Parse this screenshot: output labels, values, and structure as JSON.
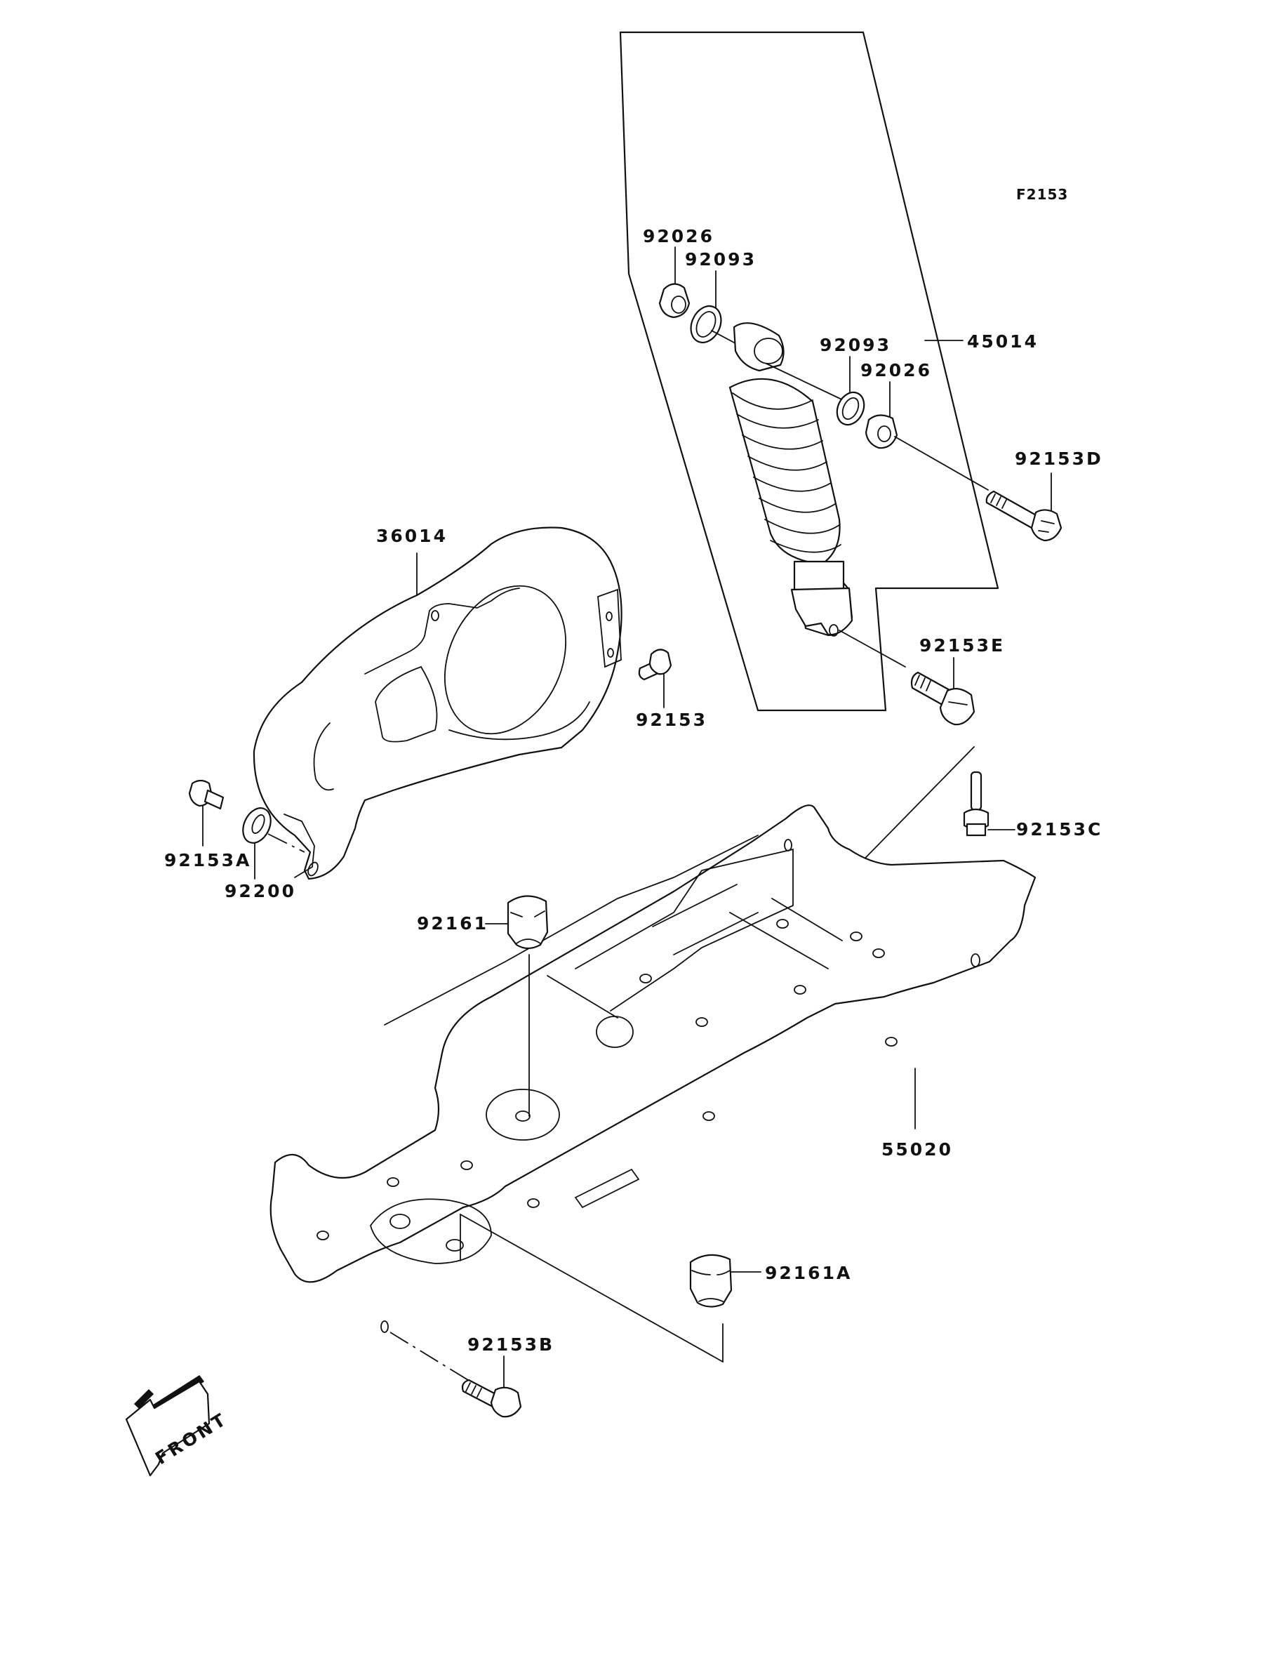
{
  "diagram": {
    "reference_code": "F2153",
    "front_indicator": "FRONT",
    "parts": [
      {
        "key": "shock_absorber",
        "number": "45014"
      },
      {
        "key": "shock_top_collar_left",
        "number": "92026"
      },
      {
        "key": "shock_top_seal_left",
        "number": "92093"
      },
      {
        "key": "shock_top_seal_right",
        "number": "92093"
      },
      {
        "key": "shock_top_collar_right",
        "number": "92026"
      },
      {
        "key": "shock_upper_bolt",
        "number": "92153D"
      },
      {
        "key": "shock_lower_bolt",
        "number": "92153E"
      },
      {
        "key": "belt_cover",
        "number": "36014"
      },
      {
        "key": "cover_bolt",
        "number": "92153"
      },
      {
        "key": "cover_bolt_a",
        "number": "92153A"
      },
      {
        "key": "washer",
        "number": "92200"
      },
      {
        "key": "frame_bolt_c",
        "number": "92153C"
      },
      {
        "key": "damper_rubber",
        "number": "92161"
      },
      {
        "key": "frame_guard",
        "number": "55020"
      },
      {
        "key": "damper_rubber_a",
        "number": "92161A"
      },
      {
        "key": "frame_bolt_b",
        "number": "92153B"
      }
    ]
  }
}
